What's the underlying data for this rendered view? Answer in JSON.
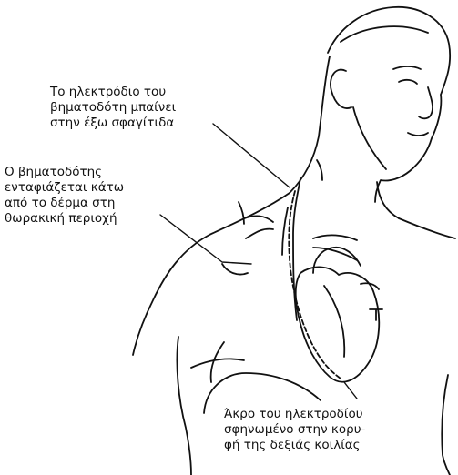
{
  "labels": {
    "electrode": [
      "Το ηλεκτρόδιο του",
      "βηματοδότη μπαίνει",
      "στην έξω σφαγίτιδα"
    ],
    "pacemaker": [
      "Ο βηματοδότης",
      "ενταφιάζεται κάτω",
      "από το δέρμα στη",
      "θωρακική περιοχή"
    ],
    "tip": [
      "Άκρο του ηλεκτροδίου",
      "σφηνωμένο στην κορυ-",
      "φή της δεξιάς κοιλίας"
    ]
  },
  "colors": {
    "ink": "#111111",
    "background": "#ffffff"
  }
}
